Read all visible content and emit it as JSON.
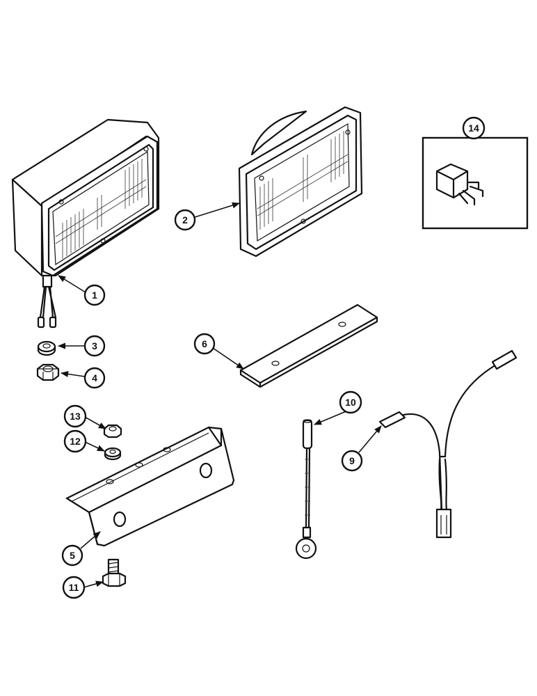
{
  "callouts": {
    "c1": "1",
    "c2": "2",
    "c3": "3",
    "c4": "4",
    "c5": "5",
    "c6": "6",
    "c9": "9",
    "c10": "10",
    "c11": "11",
    "c12": "12",
    "c13": "13",
    "c14": "14"
  }
}
